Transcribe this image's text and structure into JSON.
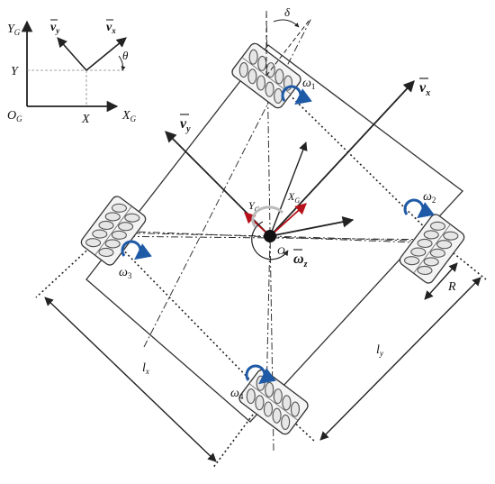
{
  "global_frame": {
    "y_axis": "Y",
    "y_axis_sub": "G",
    "x_axis": "X",
    "x_axis_sub": "G",
    "origin": "O",
    "origin_sub": "G",
    "y_tick": "Y",
    "x_tick": "X",
    "vy": "v",
    "vy_sub": "y",
    "vx": "v",
    "vx_sub": "x",
    "theta": "θ"
  },
  "robot": {
    "vx": "v",
    "vx_sub": "x",
    "vy": "v",
    "vy_sub": "y",
    "omega_z": "ω",
    "omega_z_sub": "z",
    "center": "O",
    "local_x": "X",
    "local_x_sub": "G",
    "local_y": "Y",
    "local_y_sub": "G",
    "delta": "δ"
  },
  "wheels": [
    {
      "symbol": "ω",
      "sub": "1"
    },
    {
      "symbol": "ω",
      "sub": "2"
    },
    {
      "symbol": "ω",
      "sub": "3"
    },
    {
      "symbol": "ω",
      "sub": "4"
    }
  ],
  "dimensions": {
    "lx": "l",
    "lx_sub": "x",
    "ly": "l",
    "ly_sub": "y",
    "R": "R"
  },
  "colors": {
    "line": "#222222",
    "accent_red": "#b5121b",
    "accent_blue": "#1f5aa6"
  }
}
